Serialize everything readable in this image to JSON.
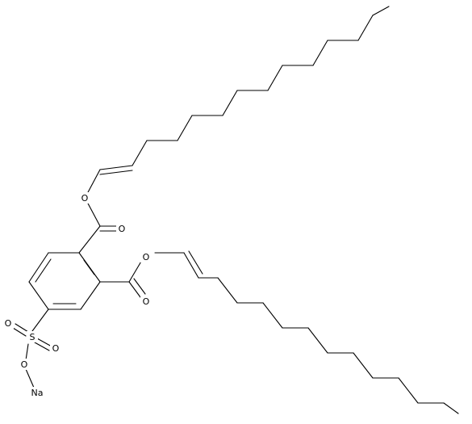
{
  "atoms": {
    "o_ester1": "O",
    "o_carbonyl1": "O",
    "o_ester2": "O",
    "o_carbonyl2": "O",
    "sulfur": "S",
    "o_sulfonyl_a": "O",
    "o_sulfonyl_b": "O",
    "o_sulfonate": "O",
    "sodium": "Na"
  }
}
